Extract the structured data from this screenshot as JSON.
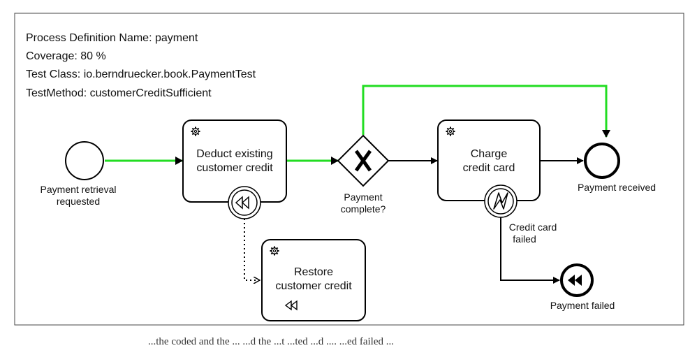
{
  "header": {
    "process_name": "Process Definition Name: payment",
    "coverage": "Coverage: 80 %",
    "test_class": "Test Class: io.berndruecker.book.PaymentTest",
    "test_method": "TestMethod: customerCreditSufficient"
  },
  "nodes": {
    "start_event": {
      "label_line1": "Payment retrieval",
      "label_line2": "requested"
    },
    "deduct_task": {
      "line1": "Deduct existing",
      "line2": "customer credit"
    },
    "gateway": {
      "label_line1": "Payment",
      "label_line2": "complete?"
    },
    "charge_task": {
      "line1": "Charge",
      "line2": "credit card"
    },
    "boundary_error": {
      "label_line1": "Credit card",
      "label_line2": "failed"
    },
    "end_received": {
      "label": "Payment received"
    },
    "end_failed": {
      "label": "Payment failed"
    },
    "restore_task": {
      "line1": "Restore",
      "line2": "customer credit"
    }
  },
  "colors": {
    "covered_flow": "#22dd22",
    "uncovered_flow": "#000000",
    "border": "#333333"
  },
  "caption": "...the coded and the ... ...d the ...t ...ted ...d .... ...ed failed ..."
}
